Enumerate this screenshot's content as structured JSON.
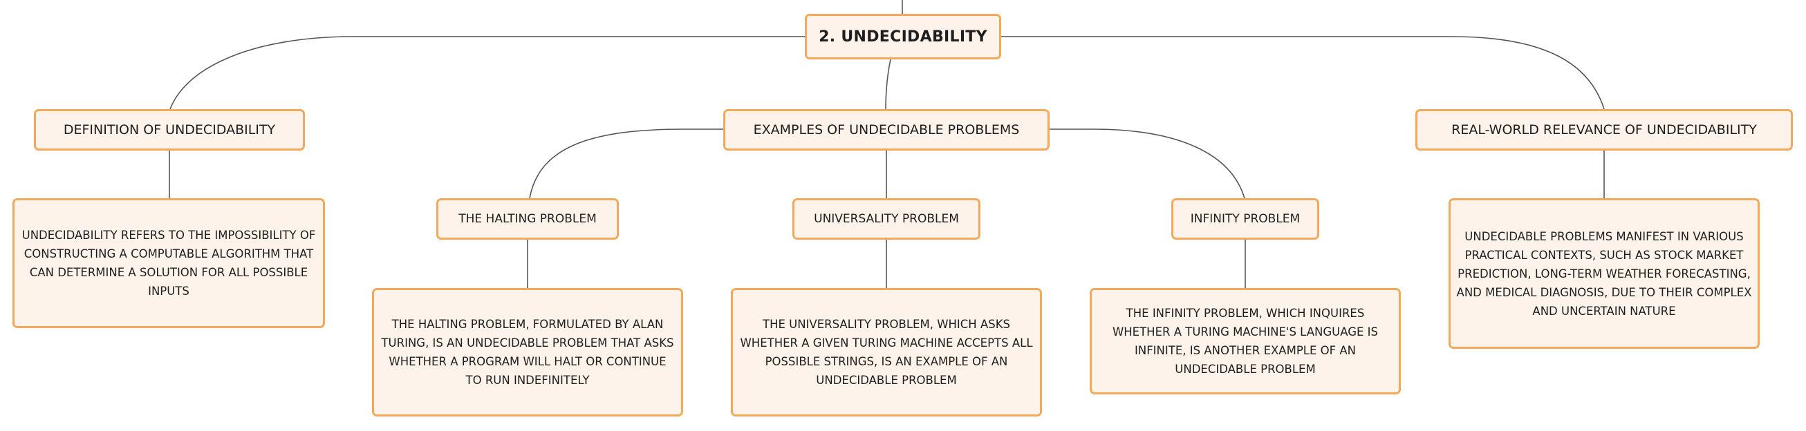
{
  "colors": {
    "node_fill": "#fdf3ea",
    "node_border": "#f4a95a",
    "connector": "#555555",
    "text": "#1e1e1e"
  },
  "root": {
    "title": "2. UNDECIDABILITY"
  },
  "branches": {
    "definition": {
      "title": "DEFINITION OF UNDECIDABILITY",
      "description": "UNDECIDABILITY REFERS TO THE IMPOSSIBILITY OF CONSTRUCTING A COMPUTABLE ALGORITHM THAT CAN DETERMINE A SOLUTION FOR ALL POSSIBLE INPUTS"
    },
    "examples": {
      "title": "EXAMPLES OF UNDECIDABLE PROBLEMS",
      "halting": {
        "title": "THE HALTING PROBLEM",
        "description": "THE HALTING PROBLEM, FORMULATED BY ALAN TURING, IS AN UNDECIDABLE PROBLEM THAT ASKS WHETHER A PROGRAM WILL HALT OR CONTINUE TO RUN INDEFINITELY"
      },
      "universality": {
        "title": "UNIVERSALITY PROBLEM",
        "description": "THE UNIVERSALITY PROBLEM, WHICH ASKS WHETHER A GIVEN TURING MACHINE ACCEPTS ALL POSSIBLE STRINGS, IS AN EXAMPLE OF AN UNDECIDABLE PROBLEM"
      },
      "infinity": {
        "title": "INFINITY PROBLEM",
        "description": "THE INFINITY PROBLEM, WHICH INQUIRES WHETHER A TURING MACHINE'S LANGUAGE IS INFINITE, IS ANOTHER EXAMPLE OF AN UNDECIDABLE PROBLEM"
      }
    },
    "relevance": {
      "title": "REAL-WORLD RELEVANCE OF UNDECIDABILITY",
      "description": "UNDECIDABLE PROBLEMS MANIFEST IN VARIOUS PRACTICAL CONTEXTS, SUCH AS STOCK MARKET PREDICTION, LONG-TERM WEATHER FORECASTING, AND MEDICAL DIAGNOSIS, DUE TO THEIR COMPLEX AND UNCERTAIN NATURE"
    }
  }
}
